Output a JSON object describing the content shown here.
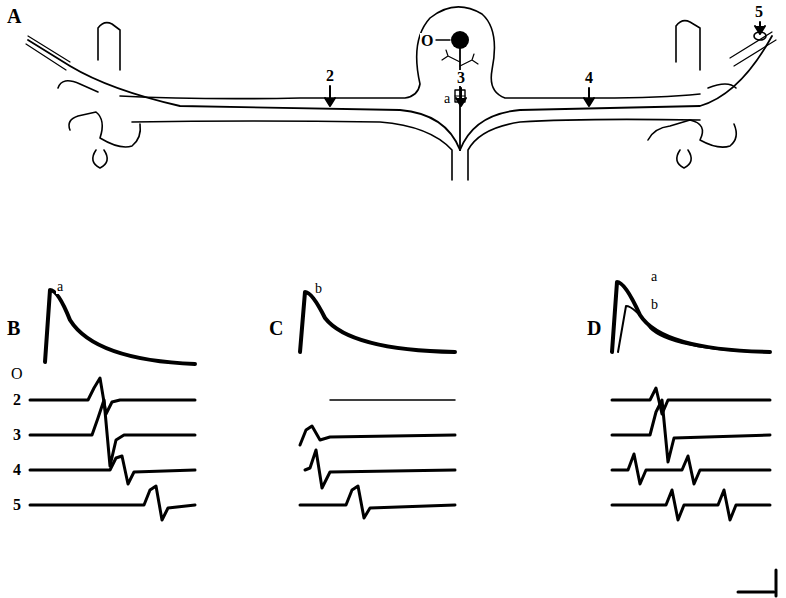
{
  "diagram": {
    "labels": [
      "A",
      "O",
      "a",
      "2",
      "3",
      "4",
      "5",
      "B",
      "a",
      "O",
      "2",
      "3",
      "4",
      "5",
      "C",
      "b",
      "D",
      "a",
      "b"
    ]
  }
}
